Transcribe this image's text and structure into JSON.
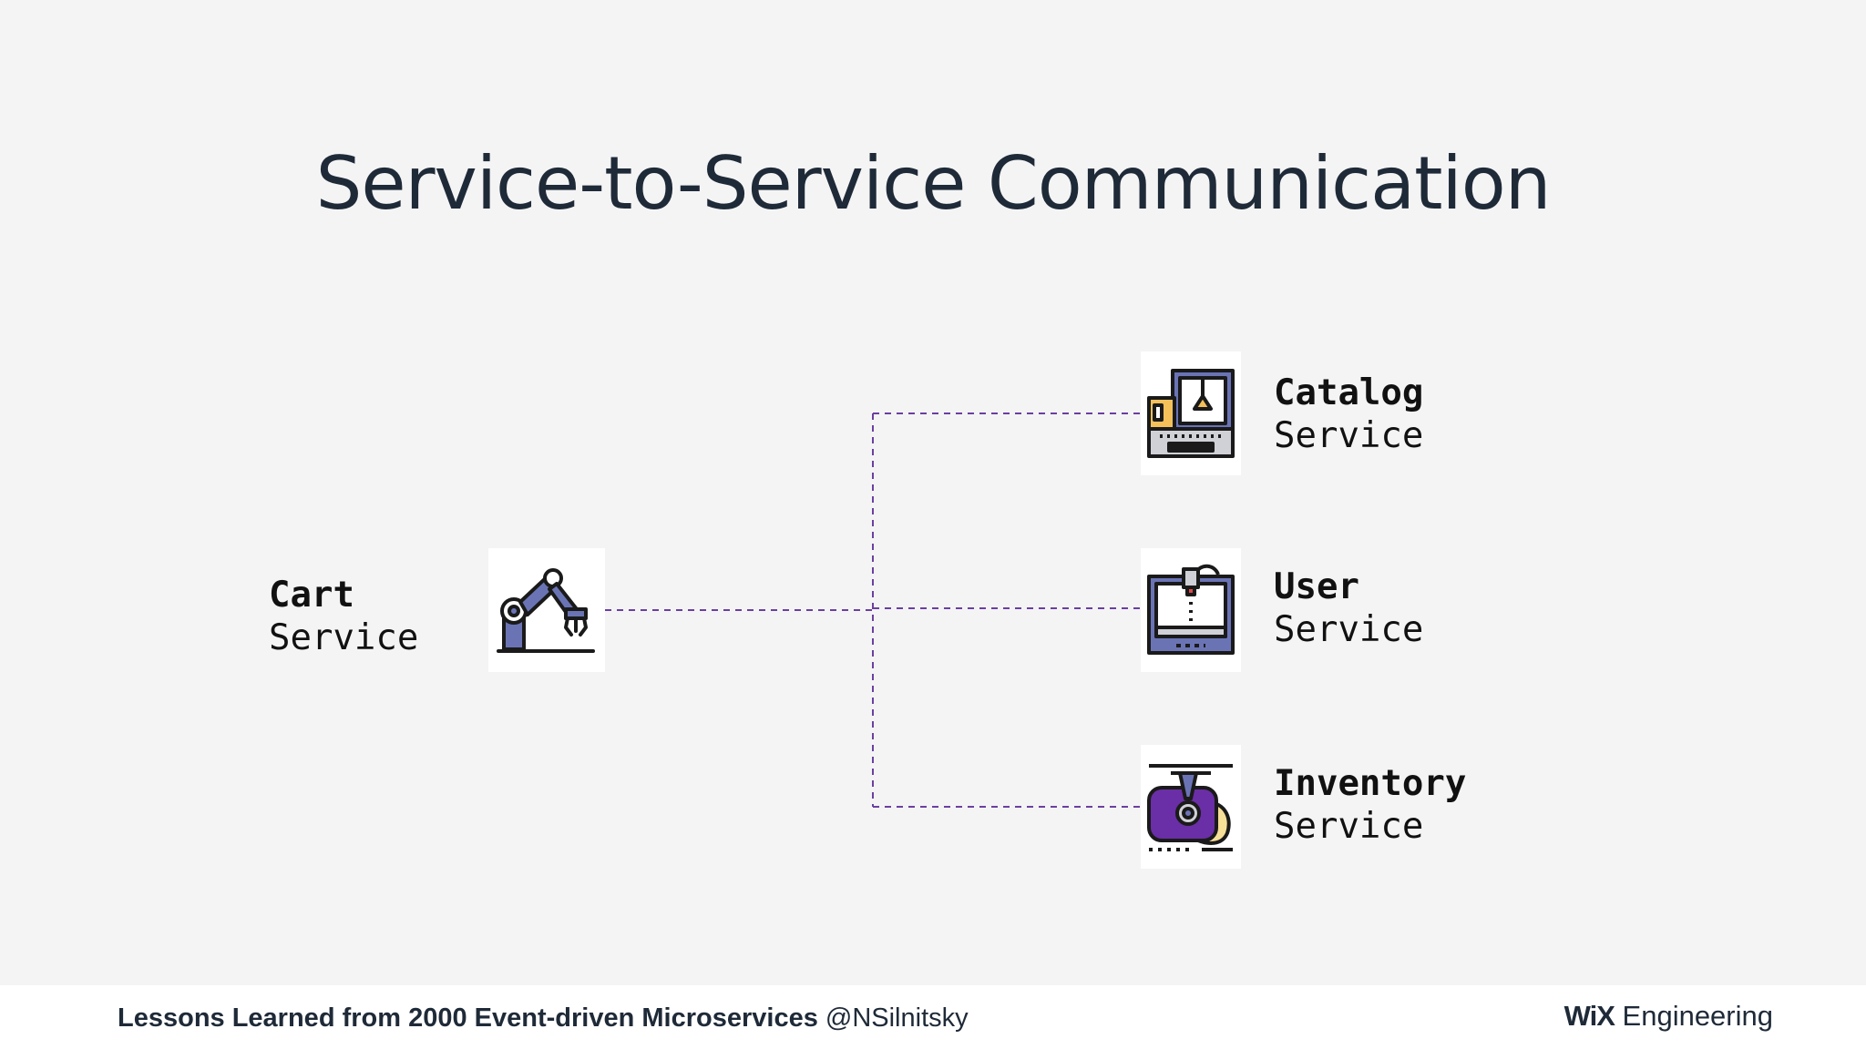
{
  "title": "Service-to-Service Communication",
  "colors": {
    "connector": "#6b3fa0",
    "background": "#f4f4f5",
    "text": "#1f2a38"
  },
  "source": {
    "name": "Cart",
    "kind": "Service",
    "icon": "robotic-arm-icon"
  },
  "targets": [
    {
      "name": "Catalog",
      "kind": "Service",
      "icon": "factory-machine-icon"
    },
    {
      "name": "User",
      "kind": "Service",
      "icon": "3d-printer-icon"
    },
    {
      "name": "Inventory",
      "kind": "Service",
      "icon": "extruder-icon"
    }
  ],
  "footer": {
    "talk_title": "Lessons Learned from 2000 Event-driven Microservices",
    "handle": "@NSilnitsky",
    "brand": "WiX",
    "brand_suffix": "Engineering"
  }
}
